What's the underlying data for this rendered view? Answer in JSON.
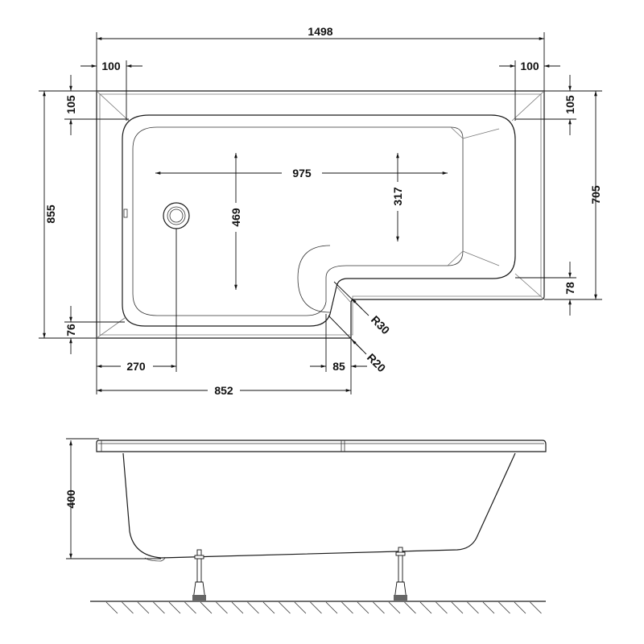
{
  "plan_view": {
    "dimensions": {
      "overall_length": "1498",
      "left_rim_width": "100",
      "right_rim_width": "100",
      "left_top_rim": "105",
      "right_top_rim": "105",
      "overall_width_left": "855",
      "overall_width_right": "705",
      "inner_length": "975",
      "inner_width": "469",
      "right_inner_width": "317",
      "right_bottom_rim": "78",
      "left_bottom_rim": "76",
      "waste_offset": "270",
      "left_section_length": "852",
      "step_rim": "85",
      "inner_radius": "R30",
      "outer_radius": "R20"
    }
  },
  "side_view": {
    "dimensions": {
      "height": "400"
    }
  }
}
